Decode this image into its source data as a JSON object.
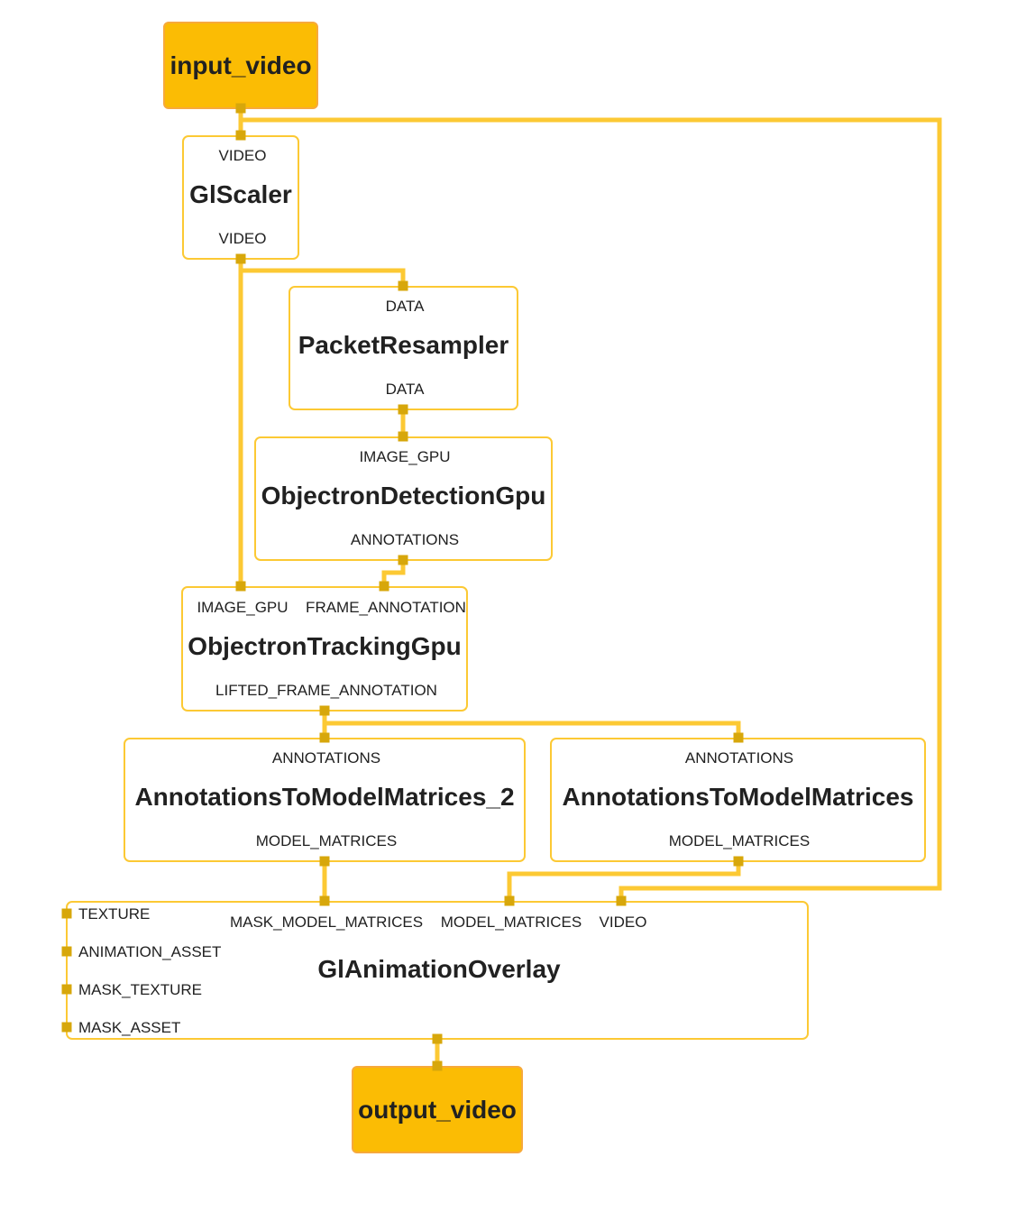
{
  "colors": {
    "edge": "#fcc934",
    "port": "#d7a70b",
    "io_fill": "#fbbc04",
    "io_border": "#f7a93b"
  },
  "nodes": {
    "input_video": {
      "name": "input_video"
    },
    "output_video": {
      "name": "output_video"
    },
    "gl_scaler": {
      "name": "GlScaler",
      "in": [
        "VIDEO"
      ],
      "out": [
        "VIDEO"
      ]
    },
    "packet_resampler": {
      "name": "PacketResampler",
      "in": [
        "DATA"
      ],
      "out": [
        "DATA"
      ]
    },
    "objectron_detection": {
      "name": "ObjectronDetectionGpu",
      "in": [
        "IMAGE_GPU"
      ],
      "out": [
        "ANNOTATIONS"
      ]
    },
    "objectron_tracking": {
      "name": "ObjectronTrackingGpu",
      "in": [
        "IMAGE_GPU",
        "FRAME_ANNOTATION"
      ],
      "out": [
        "LIFTED_FRAME_ANNOTATION"
      ]
    },
    "annotations_to_model_2": {
      "name": "AnnotationsToModelMatrices_2",
      "in": [
        "ANNOTATIONS"
      ],
      "out": [
        "MODEL_MATRICES"
      ]
    },
    "annotations_to_model": {
      "name": "AnnotationsToModelMatrices",
      "in": [
        "ANNOTATIONS"
      ],
      "out": [
        "MODEL_MATRICES"
      ]
    },
    "gl_animation_overlay": {
      "name": "GlAnimationOverlay",
      "in": [
        "MASK_MODEL_MATRICES",
        "MODEL_MATRICES",
        "VIDEO"
      ],
      "side": [
        "TEXTURE",
        "ANIMATION_ASSET",
        "MASK_TEXTURE",
        "MASK_ASSET"
      ]
    }
  }
}
